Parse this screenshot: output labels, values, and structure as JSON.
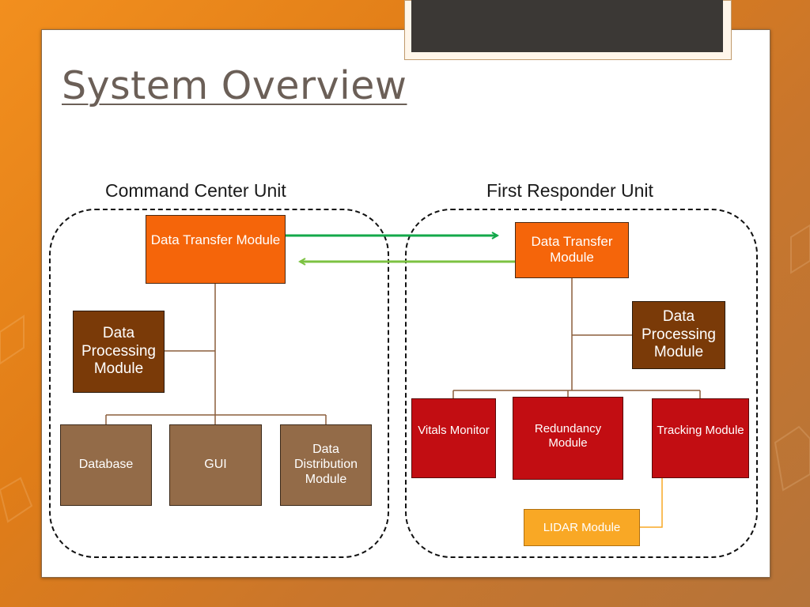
{
  "title": "System Overview",
  "units": {
    "command_center": {
      "label": "Command Center Unit",
      "data_transfer": "Data Transfer Module",
      "data_processing": "Data Processing Module",
      "database": "Database",
      "gui": "GUI",
      "data_distribution": "Data Distribution Module"
    },
    "first_responder": {
      "label": "First Responder Unit",
      "data_transfer": "Data Transfer Module",
      "data_processing": "Data Processing Module",
      "vitals_monitor": "Vitals Monitor",
      "redundancy": "Redundancy Module",
      "tracking": "Tracking Module",
      "lidar": "LIDAR Module"
    }
  },
  "colors": {
    "transfer_module": "#f5650a",
    "processing_module": "#7a3a08",
    "storage_module": "#936b48",
    "sensor_module": "#c20d12",
    "lidar_module": "#f9a825",
    "arrow_to_first_responder": "#13a84a",
    "arrow_to_command_center": "#7cc242",
    "connector": "#8b5e3c"
  }
}
